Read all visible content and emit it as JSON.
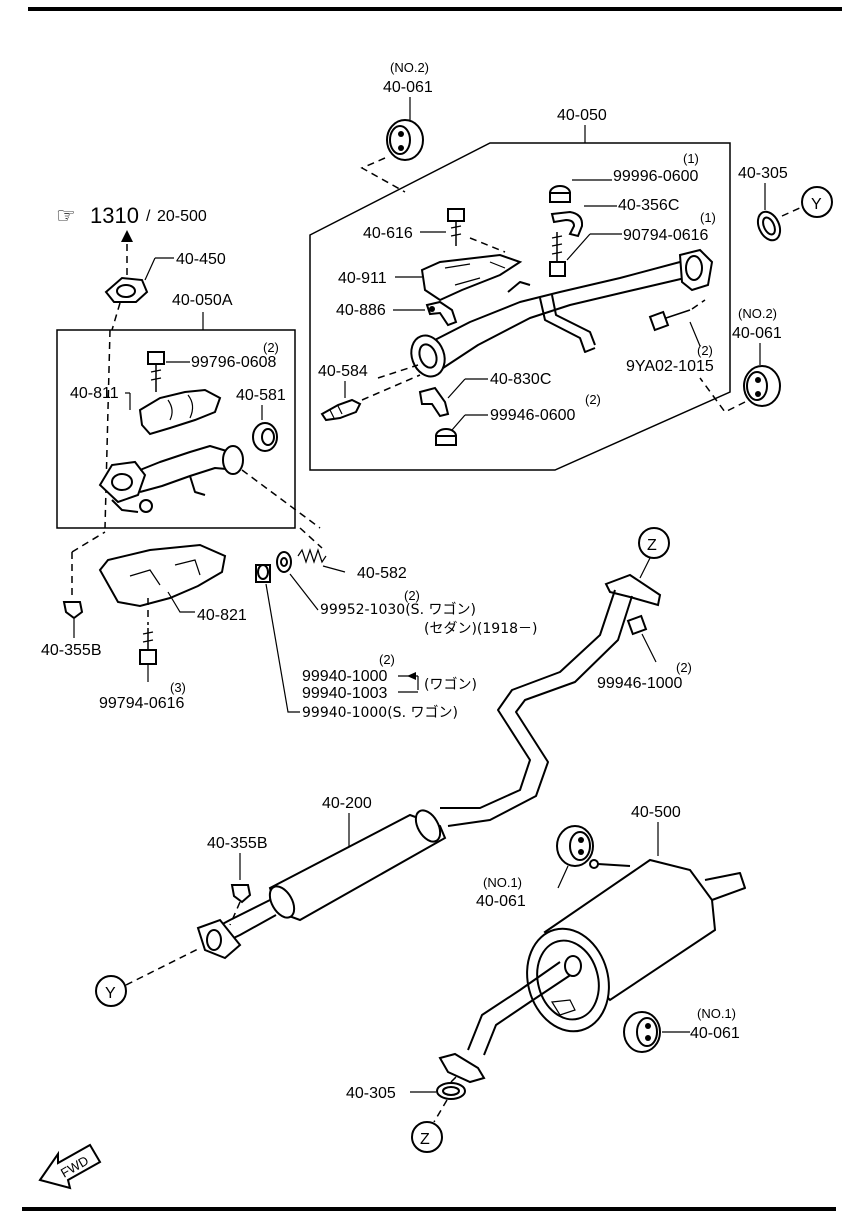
{
  "ref": {
    "arrow_glyph": "☞",
    "section": "1310",
    "slash": "/",
    "page": "20-500"
  },
  "labels": {
    "p40_061_no2_top_qual": "(NO.2)",
    "p40_061_no2_top": "40-061",
    "p40_050": "40-050",
    "p99996_qty": "(1)",
    "p99996": "99996-0600",
    "p40_356c": "40-356C",
    "p90794_qty": "(1)",
    "p90794": "90794-0616",
    "p40_305_top": "40-305",
    "p40_616": "40-616",
    "p40_911": "40-911",
    "p40_886": "40-886",
    "p40_584": "40-584",
    "p9ya02_qty": "(2)",
    "p9ya02": "9YA02-1015",
    "p40_061_no2_right_qual": "(NO.2)",
    "p40_061_no2_right": "40-061",
    "p40_830c": "40-830C",
    "p99946_0600_qty": "(2)",
    "p99946_0600": "99946-0600",
    "p40_450": "40-450",
    "p40_050a": "40-050A",
    "p99796_qty": "(2)",
    "p99796": "99796-0608",
    "p40_811": "40-811",
    "p40_581": "40-581",
    "p40_582": "40-582",
    "p99952_qty": "(2)",
    "p99952": "99952-1030(S. ワゴン)",
    "p99952_note": "(セダン)(1918－)",
    "p40_821": "40-821",
    "p40_355b_left": "40-355B",
    "p99794_qty": "(3)",
    "p99794": "99794-0616",
    "p99940_qty": "(2)",
    "p99940_a": "99940-1000",
    "p99940_b": "99940-1003",
    "p99940_wagon": "(ワゴン)",
    "p99940_c": "99940-1000(S. ワゴン)",
    "p99946_1000_qty": "(2)",
    "p99946_1000": "99946-1000",
    "p40_200": "40-200",
    "p40_355b_mid": "40-355B",
    "p40_500": "40-500",
    "p40_061_no1_a_qual": "(NO.1)",
    "p40_061_no1_a": "40-061",
    "p40_061_no1_b_qual": "(NO.1)",
    "p40_061_no1_b": "40-061",
    "p40_305_bottom": "40-305"
  },
  "callouts": {
    "y_top": "Y",
    "y_bottom": "Y",
    "z_top": "Z",
    "z_bottom": "Z"
  },
  "fwd": "FWD"
}
